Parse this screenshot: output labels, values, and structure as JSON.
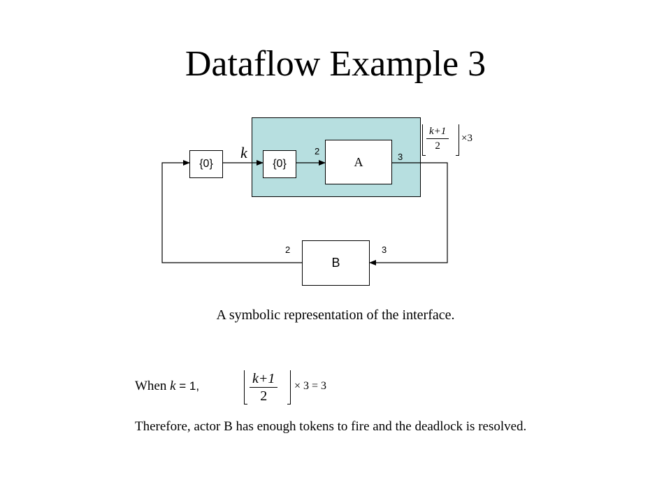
{
  "title": "Dataflow Example 3",
  "diagram": {
    "actor_a": "A",
    "actor_b": "B",
    "token_outer": "{0}",
    "token_inner": "{0}",
    "var_k": "k",
    "rate_a_in": "2",
    "rate_a_out": "3",
    "rate_b_in": "3",
    "rate_b_out": "2",
    "formula_top": {
      "num": "k+1",
      "den": "2",
      "mult": "×3"
    }
  },
  "caption": "A symbolic representation of the interface.",
  "when": {
    "prefix": "When ",
    "k": "k",
    "suffix": " = 1,",
    "formula": {
      "num": "k+1",
      "den": "2",
      "rest": "× 3 = 3"
    }
  },
  "conclusion": "Therefore, actor B has enough tokens to fire and the deadlock is resolved."
}
